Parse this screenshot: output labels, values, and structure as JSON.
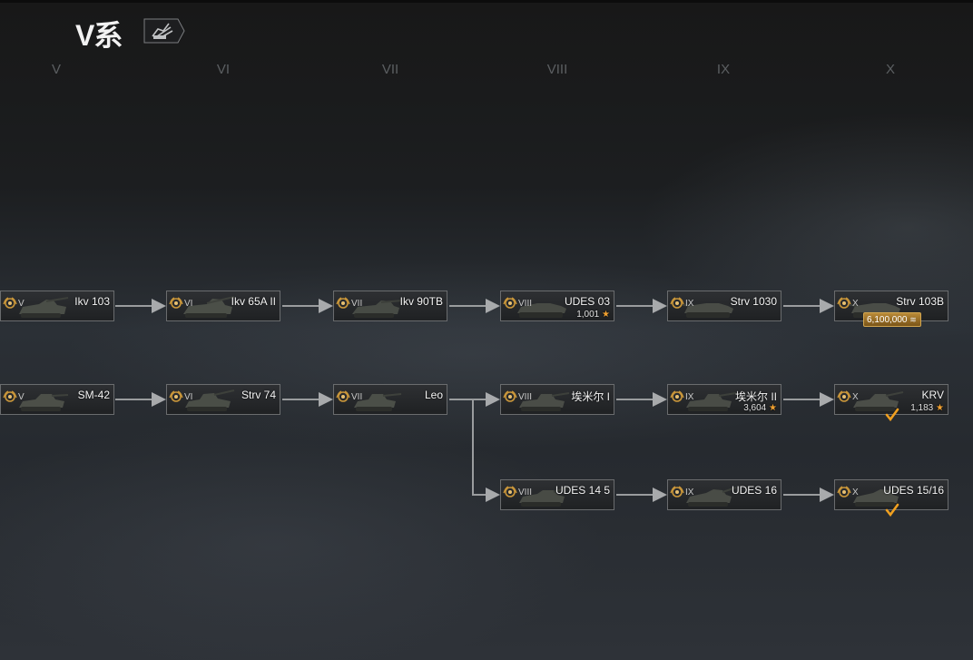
{
  "header": {
    "nation_title": "V系",
    "type_badge_icon": "tank-destroyer-icon"
  },
  "tiers": [
    "V",
    "VI",
    "VII",
    "VIII",
    "IX",
    "X"
  ],
  "vehicles": {
    "ikv103": {
      "tier": "V",
      "name": "Ikv 103"
    },
    "ikv65": {
      "tier": "VI",
      "name": "Ikv 65A II"
    },
    "ikv90": {
      "tier": "VII",
      "name": "Ikv 90TB"
    },
    "udes03": {
      "tier": "VIII",
      "name": "UDES 03",
      "xp": "1,001"
    },
    "strv1030": {
      "tier": "IX",
      "name": "Strv 1030"
    },
    "strv103b": {
      "tier": "X",
      "name": "Strv 103B",
      "price": "6,100,000"
    },
    "sm42": {
      "tier": "V",
      "name": "SM-42"
    },
    "strv74": {
      "tier": "VI",
      "name": "Strv 74"
    },
    "leo": {
      "tier": "VII",
      "name": "Leo"
    },
    "emil1": {
      "tier": "VIII",
      "name": "埃米尔 I"
    },
    "emil2": {
      "tier": "IX",
      "name": "埃米尔 II",
      "xp": "3,604"
    },
    "krv": {
      "tier": "X",
      "name": "KRV",
      "xp": "1,183"
    },
    "udes145": {
      "tier": "VIII",
      "name": "UDES 14 5"
    },
    "udes16": {
      "tier": "IX",
      "name": "UDES 16"
    },
    "udes1516": {
      "tier": "X",
      "name": "UDES 15/16"
    }
  },
  "colors": {
    "accent_gold": "#d4a750",
    "xp_star": "#f0a030",
    "check_orange": "#f0a020",
    "connector": "#9a9c9e"
  }
}
